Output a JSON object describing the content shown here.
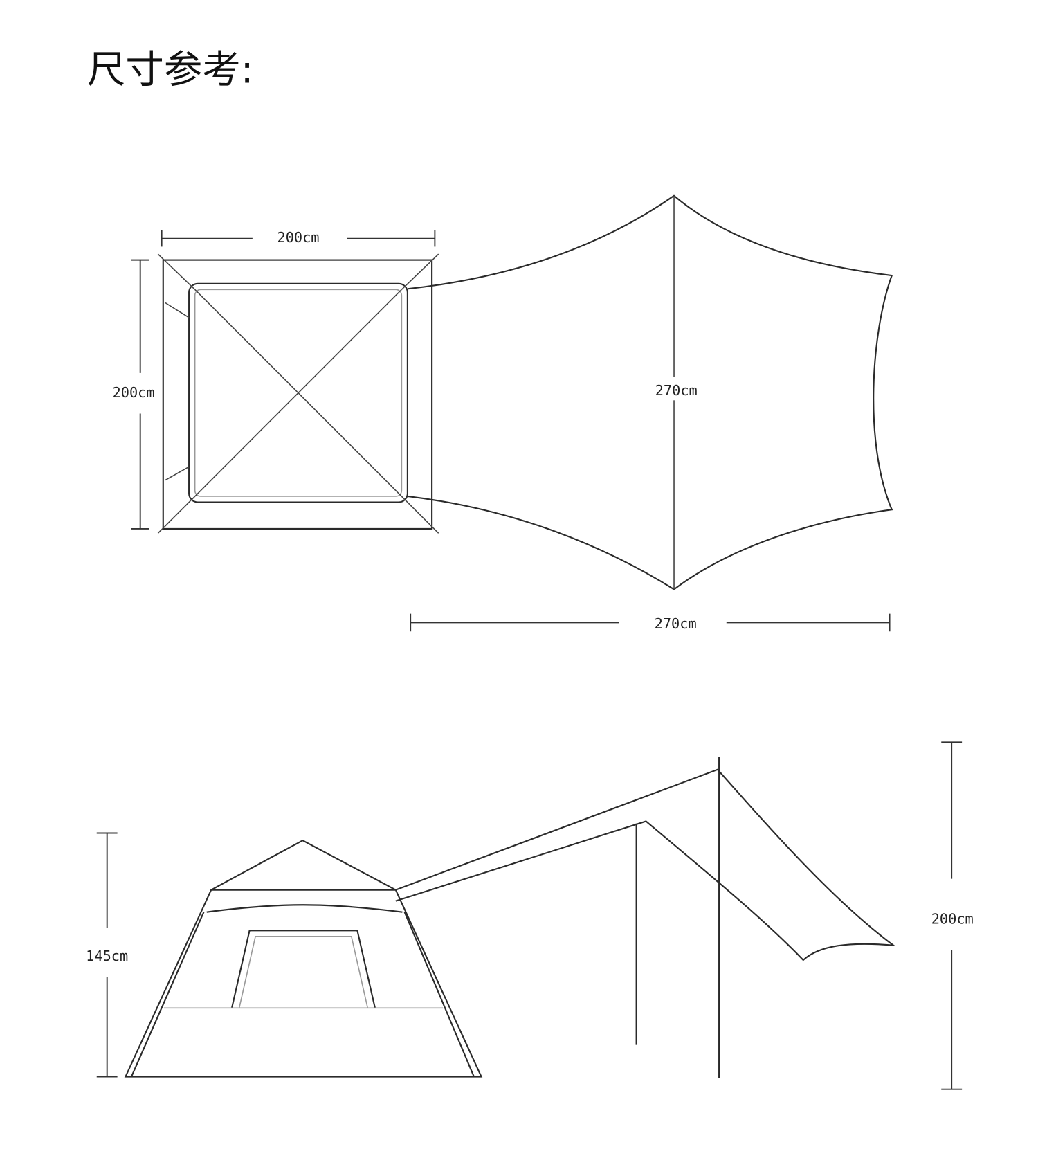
{
  "title": "尺寸参考:",
  "top_view": {
    "inner_width_label": "200cm",
    "inner_depth_label": "200cm",
    "canopy_width_label": "270cm",
    "canopy_length_label": "270cm"
  },
  "side_view": {
    "tent_height_label": "145cm",
    "canopy_height_label": "200cm"
  }
}
